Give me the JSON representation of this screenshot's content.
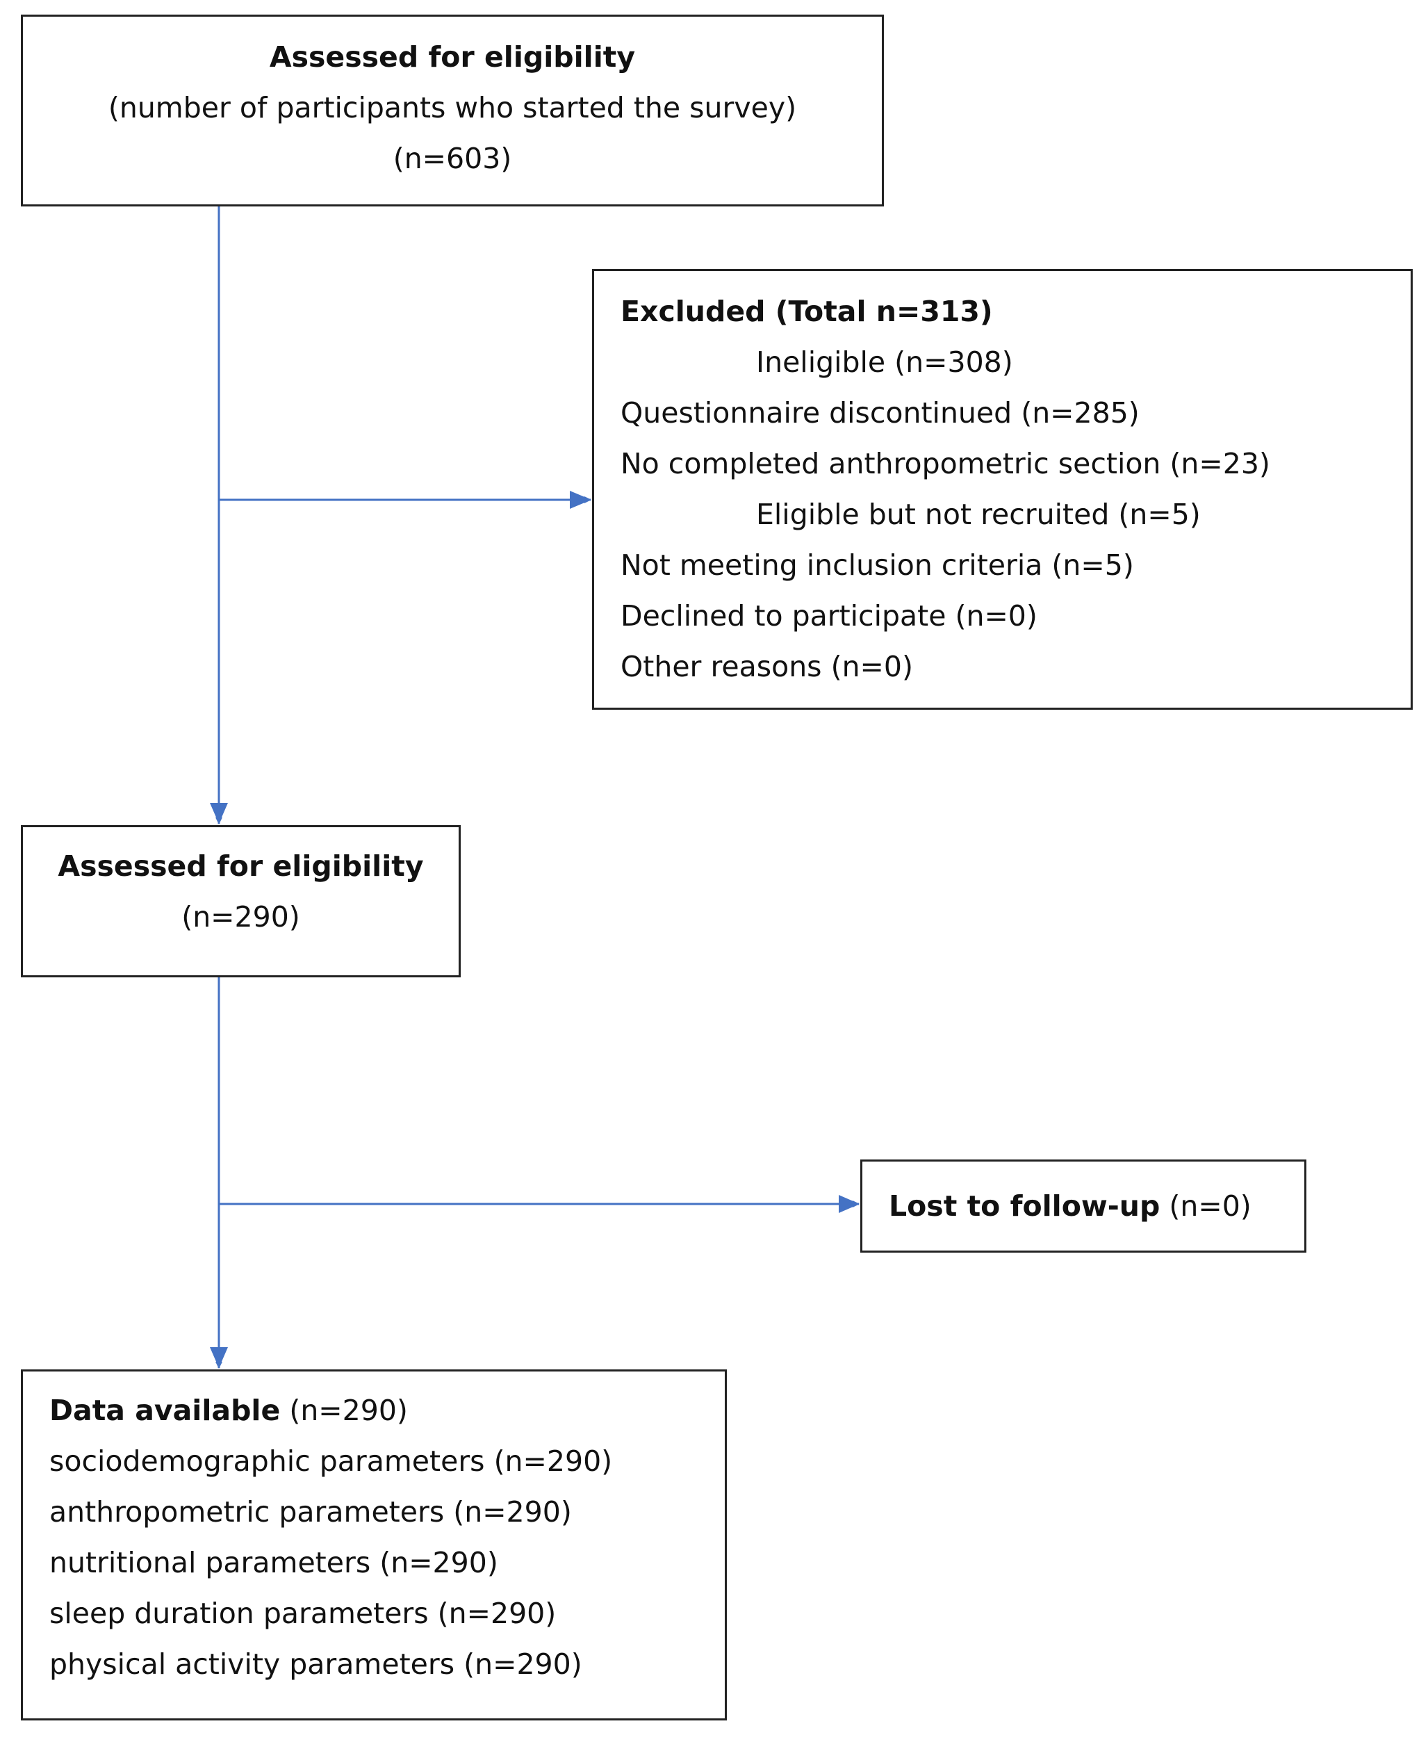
{
  "line_color": "#4472C4",
  "box_start": {
    "title": "Assessed for eligibility",
    "subtitle": "(number of participants who started the survey)",
    "count": "(n=603)"
  },
  "box_excluded": {
    "title": "Excluded (Total n=313)",
    "lines": [
      "Ineligible (n=308)",
      "Questionnaire discontinued (n=285)",
      "No completed anthropometric section (n=23)",
      "Eligible but not recruited (n=5)",
      "Not meeting inclusion criteria (n=5)",
      "Declined to participate (n=0)",
      "Other reasons (n=0)"
    ]
  },
  "box_assessed": {
    "title": "Assessed for eligibility",
    "count": "(n=290)"
  },
  "box_lost": {
    "title": "Lost to follow-up",
    "count": " (n=0)"
  },
  "box_data": {
    "title": "Data available",
    "count": " (n=290)",
    "lines": [
      "sociodemographic parameters (n=290)",
      "anthropometric parameters (n=290)",
      "nutritional parameters (n=290)",
      "sleep duration parameters (n=290)",
      "physical activity parameters (n=290)"
    ]
  }
}
